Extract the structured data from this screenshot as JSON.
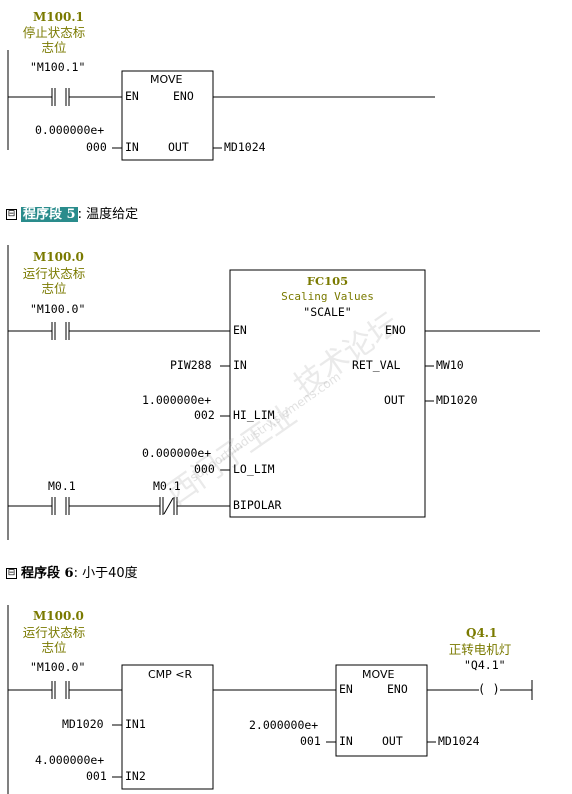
{
  "network4": {
    "contact_addr": "M100.1",
    "contact_comment": [
      "停止状态标",
      "志位"
    ],
    "contact_symbol": "\"M100.1\"",
    "move_title": "MOVE",
    "pin_en": "EN",
    "pin_eno": "ENO",
    "pin_in": "IN",
    "pin_out": "OUT",
    "in_value_1": "0.000000e+",
    "in_value_2": "000",
    "out_value": "MD1024"
  },
  "network5": {
    "toggle": "⊟",
    "title_label": "程序段 5",
    "title_comment": ": 温度给定",
    "contact_addr": "M100.0",
    "contact_comment": [
      "运行状态标",
      "志位"
    ],
    "contact_symbol": "\"M100.0\"",
    "fc_name": "FC105",
    "fc_desc": "Scaling Values",
    "fc_symbol": "\"SCALE\"",
    "pin_en": "EN",
    "pin_eno": "ENO",
    "pin_in": "IN",
    "in_value": "PIW288",
    "pin_ret": "RET_VAL",
    "ret_value": "MW10",
    "pin_out": "OUT",
    "out_value": "MD1020",
    "pin_hi": "HI_LIM",
    "hi_value_1": "1.000000e+",
    "hi_value_2": "002",
    "pin_lo": "LO_LIM",
    "lo_value_1": "0.000000e+",
    "lo_value_2": "000",
    "pin_bipolar": "BIPOLAR",
    "bip_contact1": "M0.1",
    "bip_contact2": "M0.1"
  },
  "network6": {
    "toggle": "⊟",
    "title_label": "程序段 6",
    "title_comment": ": 小于40度",
    "contact_addr": "M100.0",
    "contact_comment": [
      "运行状态标",
      "志位"
    ],
    "contact_symbol": "\"M100.0\"",
    "cmp_title": "CMP <R",
    "pin_in1": "IN1",
    "in1_value": "MD1020",
    "pin_in2": "IN2",
    "in2_value_1": "4.000000e+",
    "in2_value_2": "001",
    "move_title": "MOVE",
    "pin_en": "EN",
    "pin_eno": "ENO",
    "pin_in": "IN",
    "pin_out": "OUT",
    "move_in_1": "2.000000e+",
    "move_in_2": "001",
    "move_out": "MD1024",
    "coil_addr": "Q4.1",
    "coil_comment": "正转电机灯",
    "coil_symbol": "\"Q4.1\"",
    "coil_glyph": "( )"
  },
  "watermark": [
    "西门子工业",
    "技术论坛",
    "support.industry.siemens.com"
  ]
}
